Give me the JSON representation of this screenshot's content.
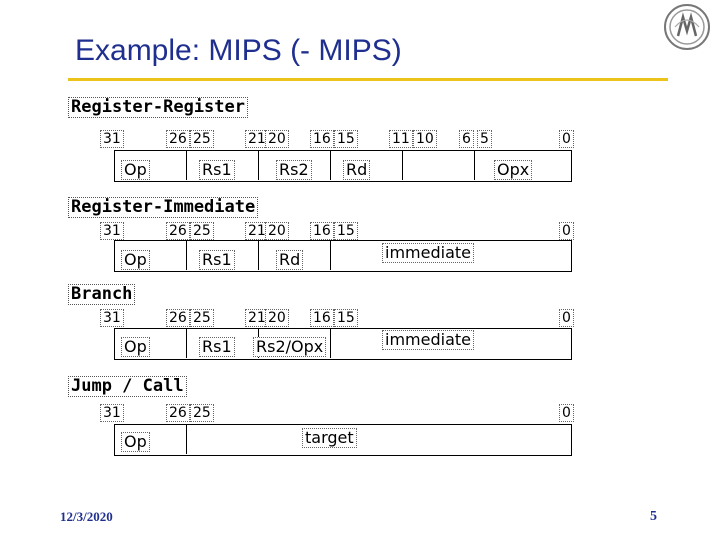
{
  "title": "Example: MIPS (- MIPS)",
  "formats": {
    "rr": {
      "name": "Register-Register",
      "bits": [
        "31",
        "26",
        "25",
        "21",
        "20",
        "16",
        "15",
        "11",
        "10",
        "6",
        "5",
        "0"
      ],
      "fields": [
        "Op",
        "Rs1",
        "Rs2",
        "Rd",
        "Opx"
      ]
    },
    "ri": {
      "name": "Register-Immediate",
      "bits": [
        "31",
        "26",
        "25",
        "21",
        "20",
        "16",
        "15",
        "0"
      ],
      "fields": [
        "Op",
        "Rs1",
        "Rd",
        "immediate"
      ]
    },
    "br": {
      "name": "Branch",
      "bits": [
        "31",
        "26",
        "25",
        "21",
        "20",
        "16",
        "15",
        "0"
      ],
      "fields": [
        "Op",
        "Rs1",
        "Rs2/Opx",
        "immediate"
      ]
    },
    "jc": {
      "name": "Jump / Call",
      "bits": [
        "31",
        "26",
        "25",
        "0"
      ],
      "fields": [
        "Op",
        "target"
      ]
    }
  },
  "footer": {
    "date": "12/3/2020",
    "page": "5"
  },
  "colors": {
    "title": "#1f2f8f",
    "rule": "#ecc31a"
  },
  "logo_icon": "university-seal-icon"
}
